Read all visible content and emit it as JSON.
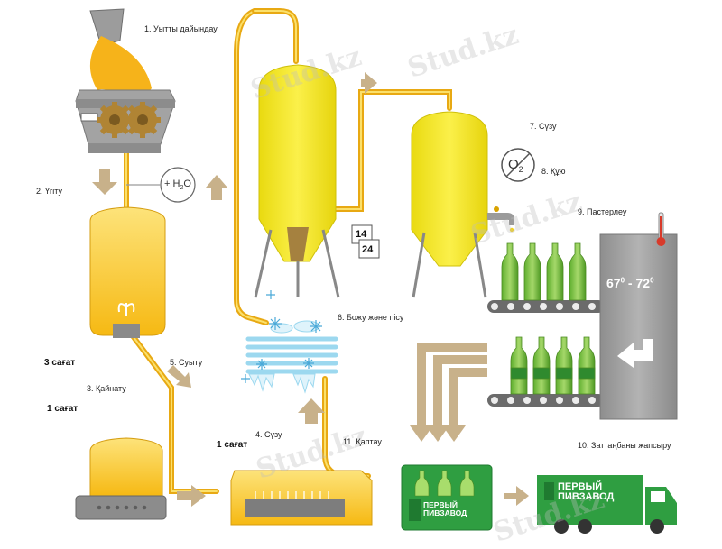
{
  "steps": {
    "s1": "1. Уытты дайындау",
    "s2": "2. Үгіту",
    "s3": "3. Қайнату",
    "s4": "4. Сүзу",
    "s5": "5. Суыту",
    "s6": "6. Божу және пісу",
    "s7": "7. Сүзу",
    "s8": "8. Құю",
    "s9": "9. Пастерлеу",
    "s10": "10. Заттаңбаны жапсыру",
    "s11": "11. Қаптау"
  },
  "times": {
    "t_mash": "3 сағат",
    "t_boil": "1 сағат",
    "t_filter": "1 сағат"
  },
  "water": {
    "label": "+ H",
    "sub": "2",
    "tail": "O"
  },
  "oxygen": {
    "label": "O",
    "sub": "2"
  },
  "fermentation_days": {
    "a": "14",
    "b": "24"
  },
  "pasteurization": {
    "from": "67",
    "to": "72",
    "deg": "0",
    "dash": " - "
  },
  "brand": {
    "line1": "ПЕРВЫЙ",
    "line2": "ПИВЗАВОД"
  },
  "watermark": "Stud.kz",
  "colors": {
    "beer": "#f7c21a",
    "beer_light": "#fcd94a",
    "young_beer": "#f2e01c",
    "bottle_green": "#7dc242",
    "brand_green": "#2f9e41",
    "arrow": "#c8b18a",
    "steel": "#9b9b9b",
    "ice": "#bfe6f5"
  }
}
